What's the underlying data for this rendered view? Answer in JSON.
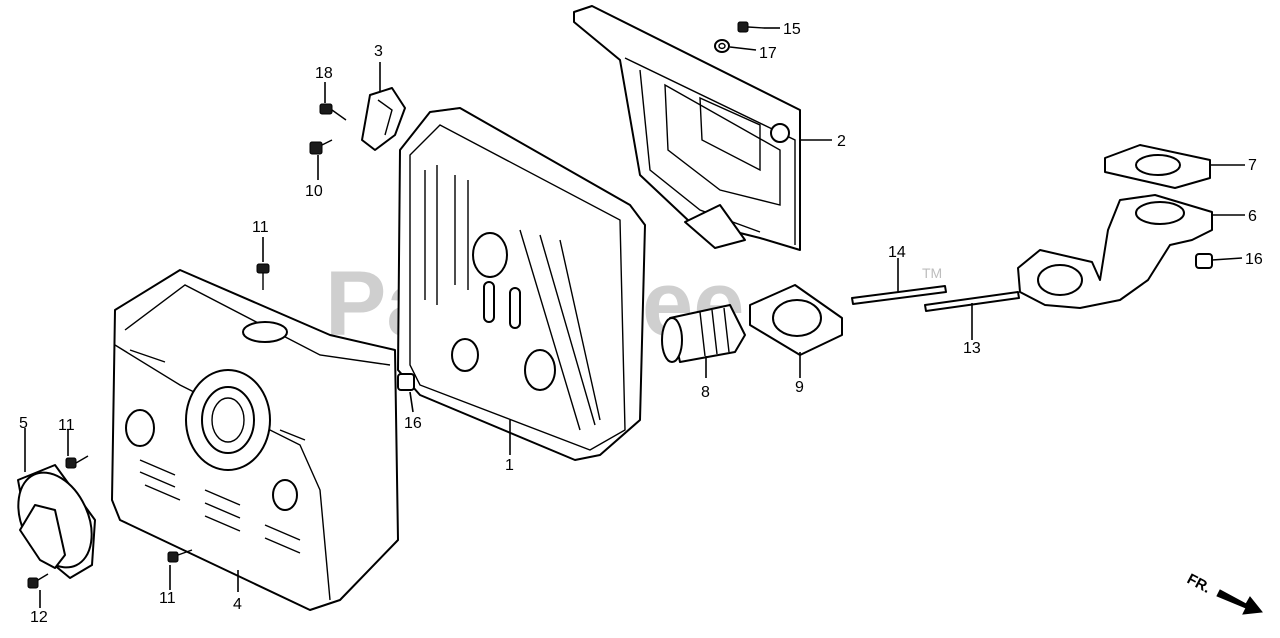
{
  "watermark": {
    "text": "PartsTree",
    "trademark": "TM"
  },
  "direction_marker": {
    "label": "FR."
  },
  "callouts": [
    {
      "id": "c1",
      "label": "1"
    },
    {
      "id": "c2",
      "label": "2"
    },
    {
      "id": "c3",
      "label": "3"
    },
    {
      "id": "c4",
      "label": "4"
    },
    {
      "id": "c5",
      "label": "5"
    },
    {
      "id": "c6",
      "label": "6"
    },
    {
      "id": "c7",
      "label": "7"
    },
    {
      "id": "c8",
      "label": "8"
    },
    {
      "id": "c9",
      "label": "9"
    },
    {
      "id": "c10",
      "label": "10"
    },
    {
      "id": "c11a",
      "label": "11"
    },
    {
      "id": "c11b",
      "label": "11"
    },
    {
      "id": "c11c",
      "label": "11"
    },
    {
      "id": "c12",
      "label": "12"
    },
    {
      "id": "c13",
      "label": "13"
    },
    {
      "id": "c14",
      "label": "14"
    },
    {
      "id": "c15",
      "label": "15"
    },
    {
      "id": "c16a",
      "label": "16"
    },
    {
      "id": "c16b",
      "label": "16"
    },
    {
      "id": "c17",
      "label": "17"
    },
    {
      "id": "c18",
      "label": "18"
    }
  ]
}
